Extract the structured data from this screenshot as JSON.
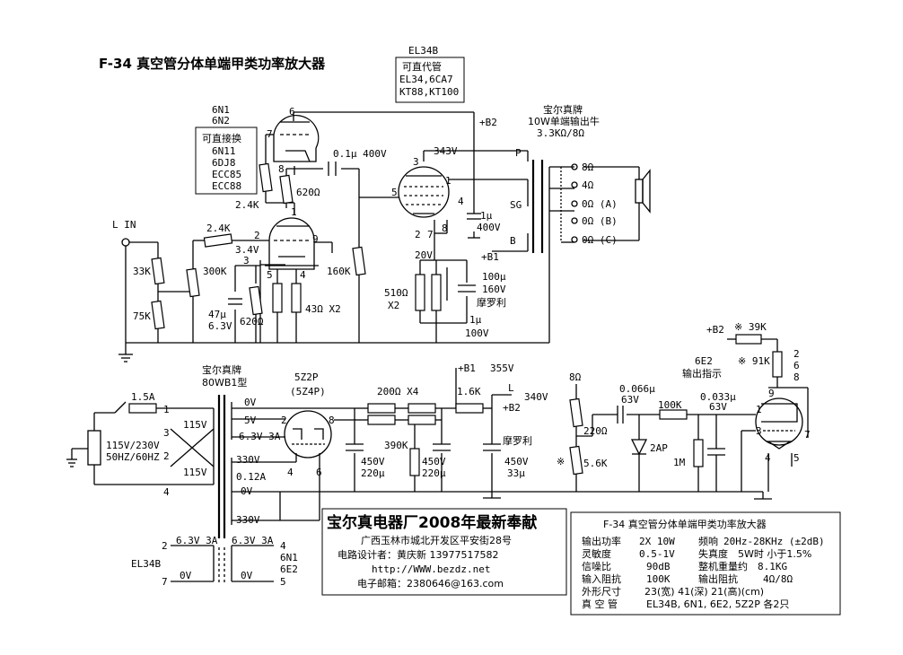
{
  "title": "F-34 真空管分体单端甲类功率放大器",
  "tube_note": {
    "header": "EL34B",
    "line1": "可直代管",
    "line2": "EL34,6CA7",
    "line3": "KT88,KT100"
  },
  "preamp_note": {
    "tube1": "6N1",
    "tube2": "6N2",
    "line1": "可直接换",
    "line2": "6N11",
    "line3": "6DJ8",
    "line4": "ECC85",
    "line5": "ECC88"
  },
  "output_transformer": {
    "line1": "宝尔真牌",
    "line2": "10W单端输出牛",
    "line3": "3.3KΩ/8Ω"
  },
  "speaker_taps": [
    "8Ω",
    "4Ω",
    "0Ω (A)",
    "0Ω (B)",
    "0Ω (C)"
  ],
  "signal": {
    "lin": "L IN",
    "r_in1": "33K",
    "r_in2": "75K",
    "r_300k": "300K",
    "r_24k_a": "2.4K",
    "r_24k_b": "2.4K",
    "r_620": "620Ω",
    "r_620b": "620Ω",
    "cap_coupling": "0.1μ 400V",
    "v_343": "343V",
    "r_160k": "160K",
    "pin_labels": [
      "6",
      "7",
      "8",
      "1",
      "2",
      "3",
      "9",
      "5",
      "4",
      "3",
      "1",
      "5",
      "2",
      "7",
      "8",
      "4"
    ],
    "v_34": "3.4V",
    "cap47": "47μ",
    "cap47v": "6.3V",
    "r_43": "43Ω X2",
    "r_510": "510Ω",
    "r_510b": "X2",
    "v_20": "20V",
    "cap100": "100μ",
    "cap100v": "160V",
    "cap_brand": "摩罗利",
    "cap1": "1μ",
    "cap1v": "100V",
    "cap1b": "1μ",
    "cap1bv": "400V",
    "b2": "+B2",
    "b1": "+B1",
    "p": "P",
    "sg": "SG",
    "b": "B"
  },
  "power": {
    "transformer": {
      "line1": "宝尔真牌",
      "line2": "80WB1型"
    },
    "fuse": "1.5A",
    "mains": {
      "line1": "115V/230V",
      "line2": "50HZ/60HZ"
    },
    "primary": [
      "115V",
      "115V"
    ],
    "primary_pins": [
      "1",
      "3",
      "2",
      "4"
    ],
    "rect": {
      "line1": "5Z2P",
      "line2": "(5Z4P)"
    },
    "secondaries": [
      "0V",
      "5V",
      "6.3V 3A",
      "330V",
      "0.12A",
      "0V",
      "330V"
    ],
    "rect_pins": [
      "2",
      "8",
      "4",
      "6"
    ],
    "r_200": "200Ω X4",
    "r_16k": "1.6K",
    "b1": "+B1",
    "v_355": "355V",
    "l": "L",
    "b2": "+B2",
    "v_340": "340V",
    "r_390k": "390K",
    "cap450a": "450V",
    "cap220a": "220μ",
    "cap450b": "450V",
    "cap220b": "220μ",
    "cap450c": "450V",
    "cap33": "33μ",
    "cap_brand": "摩罗利",
    "heater_el34": {
      "v": "6.3V 3A",
      "v0": "0V",
      "tube": "EL34B",
      "pins": [
        "2",
        "7"
      ]
    },
    "heater_6n1": {
      "v": "6.3V 3A",
      "v0": "0V",
      "tube1": "6N1",
      "tube2": "6E2",
      "pins": [
        "4",
        "5"
      ]
    }
  },
  "indicator": {
    "b2": "+B2",
    "r_39k": "※ 39K",
    "r_91k": "※ 91K",
    "label": "6E2",
    "label2": "输出指示",
    "r_8": "8Ω",
    "r_220": "220Ω",
    "r_56k": "5.6K",
    "star": "※",
    "cap066": "0.066μ",
    "cap066v": "63V",
    "r_100k": "100K",
    "cap033": "0.033μ",
    "cap033v": "63V",
    "diode": "2AP",
    "r_1m": "1M",
    "pins": [
      "2",
      "6",
      "8",
      "9",
      "1",
      "3",
      "4",
      "5",
      "7"
    ]
  },
  "factory": {
    "name": "宝尔真电器厂2008年最新奉献",
    "address": "广西玉林市城北开发区平安街28号",
    "designer": "电路设计者：黄庆新    13977517582",
    "web": "http://WWW.bezdz.net",
    "email": "电子邮箱：2380646@163.com"
  },
  "spec": {
    "title": "F-34 真空管分体单端甲类功率放大器",
    "rows": [
      [
        "输出功率",
        "2X 10W",
        "频响",
        "20Hz-28KHz (±2dB)"
      ],
      [
        "灵敏度",
        "0.5-1V",
        "失真度",
        "5W时 小于1.5%"
      ],
      [
        "信噪比",
        "90dB",
        "整机重量约",
        "8.1KG"
      ],
      [
        "输入阻抗",
        "100K",
        "输出阻抗",
        "4Ω/8Ω"
      ],
      [
        "外形尺寸",
        "23(宽)  41(深)  21(高)(cm)",
        "",
        ""
      ],
      [
        "真 空 管",
        "EL34B, 6N1, 6E2, 5Z2P 各2只",
        "",
        ""
      ]
    ]
  }
}
